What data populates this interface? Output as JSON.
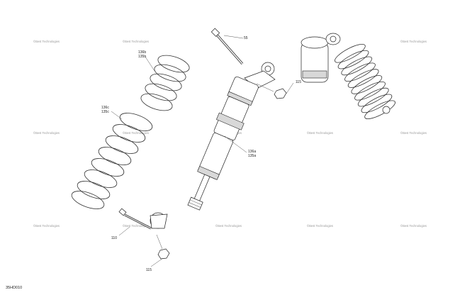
{
  "callouts": {
    "c55": "55",
    "c115_upper": "115",
    "c136b": "136b",
    "c135b": "135b",
    "c136c": "136c",
    "c135c": "135c",
    "c136a": "136a",
    "c135a": "135a",
    "c110": "110",
    "c115_lower": "115"
  },
  "watermark": "©Best Technologies",
  "diagram_code": "35HD010",
  "colors": {
    "line": "#222222",
    "watermark": "#9a9a9a"
  }
}
